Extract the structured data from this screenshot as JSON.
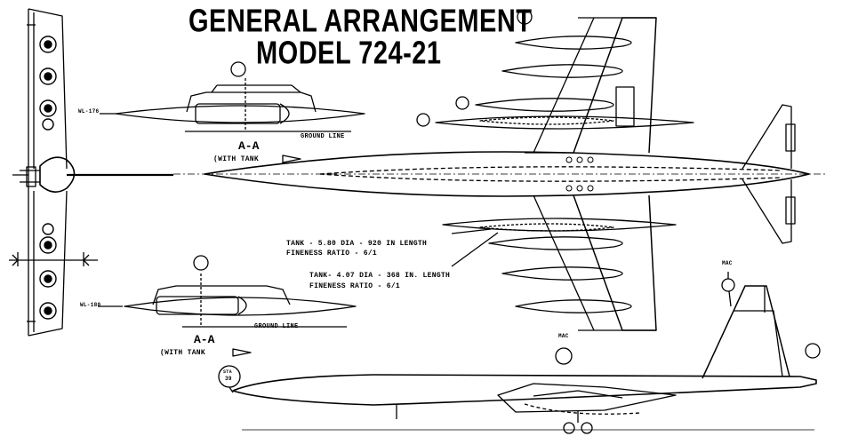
{
  "title": {
    "line1": "GENERAL ARRANGEMENT",
    "line2": "MODEL 724-21"
  },
  "sections": {
    "upper": {
      "name": "A-A",
      "note": "(WITH TANK",
      "waterline": "WL-176",
      "ground": "GROUND LINE"
    },
    "lower": {
      "name": "A-A",
      "note": "(WITH TANK",
      "waterline": "WL-180",
      "ground": "GROUND LINE"
    }
  },
  "tank_notes": {
    "large_line1": "TANK - 5.80 DIA - 920 IN LENGTH",
    "large_line2": "FINENESS RATIO - 6/1",
    "small_line1": "TANK- 4.07 DIA - 368 IN. LENGTH",
    "small_line2": "FINENESS RATIO - 6/1"
  },
  "stations": {
    "sta_39": "39",
    "mac_label_1": "MAC",
    "mac_label_2": "MAC",
    "sta_prefix": "STA"
  },
  "colors": {
    "ink": "#000000",
    "paper": "#ffffff"
  }
}
